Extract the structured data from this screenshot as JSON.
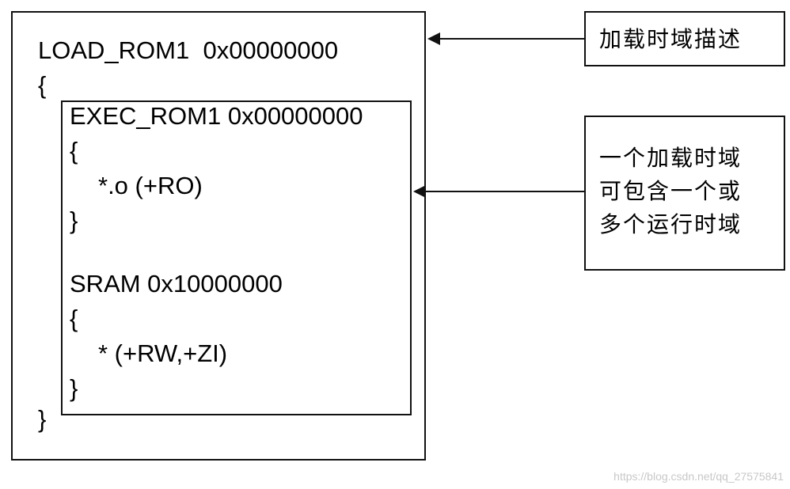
{
  "load_region": {
    "header": "LOAD_ROM1  0x00000000",
    "open_brace": "{",
    "close_brace": "}"
  },
  "exec_region": {
    "header": "EXEC_ROM1 0x00000000",
    "open_brace": "{",
    "content": "*.o (+RO)",
    "close_brace": "}",
    "sram_header": "SRAM 0x10000000",
    "sram_open_brace": "{",
    "sram_content": "* (+RW,+ZI)",
    "sram_close_brace": "}"
  },
  "annotations": {
    "load_domain_desc": "加载时域描述",
    "multi_region_line1": "一个加载时域",
    "multi_region_line2": "可包含一个或",
    "multi_region_line3": "多个运行时域"
  },
  "watermark": "https://blog.csdn.net/qq_27575841"
}
